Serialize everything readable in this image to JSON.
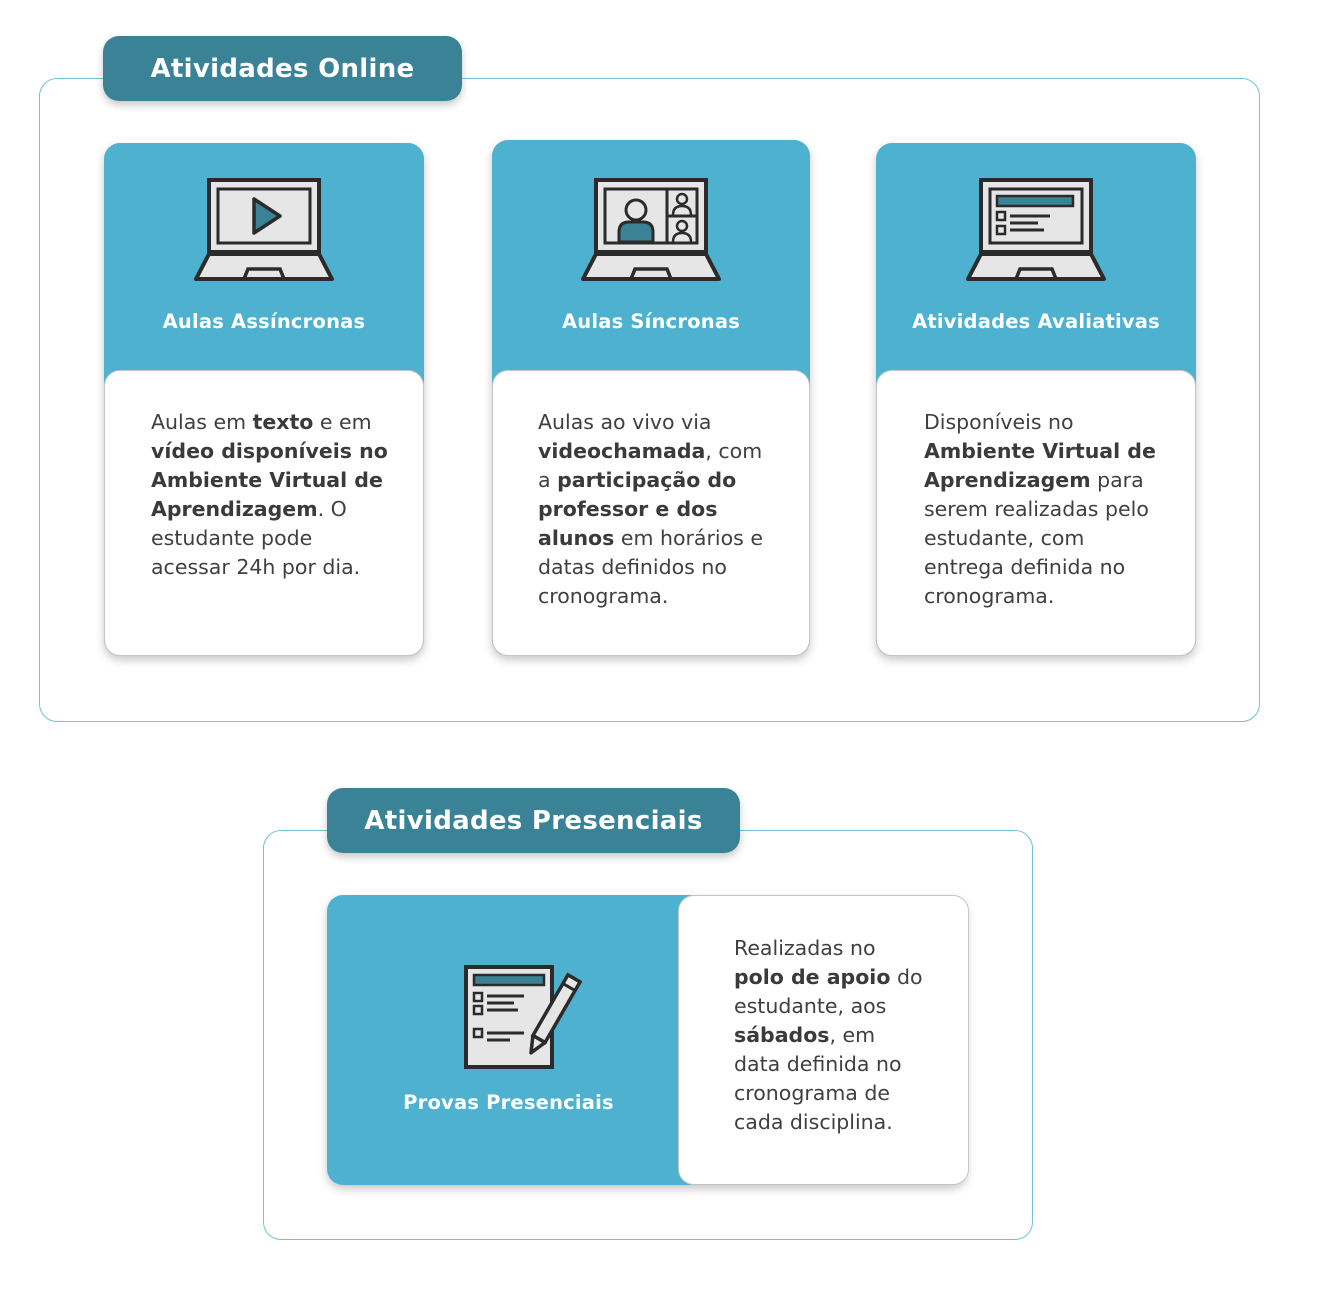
{
  "online": {
    "heading": "Atividades Online",
    "cards": [
      {
        "title": "Aulas Assíncronas",
        "icon": "video-laptop-icon",
        "lines": [
          [
            {
              "t": "Aulas em "
            },
            {
              "t": "texto",
              "b": true
            },
            {
              "t": " e em"
            }
          ],
          [
            {
              "t": "vídeo disponíveis no",
              "b": true
            }
          ],
          [
            {
              "t": "Ambiente Virtual de",
              "b": true
            }
          ],
          [
            {
              "t": "Aprendizagem",
              "b": true
            },
            {
              "t": ". O"
            }
          ],
          [
            {
              "t": "estudante pode"
            }
          ],
          [
            {
              "t": "acessar 24h por dia."
            }
          ]
        ]
      },
      {
        "title": "Aulas Síncronas",
        "icon": "video-call-laptop-icon",
        "lines": [
          [
            {
              "t": "Aulas ao vivo via"
            }
          ],
          [
            {
              "t": "videochamada",
              "b": true
            },
            {
              "t": ", com"
            }
          ],
          [
            {
              "t": "a "
            },
            {
              "t": "participação do",
              "b": true
            }
          ],
          [
            {
              "t": "professor e dos",
              "b": true
            }
          ],
          [
            {
              "t": "alunos",
              "b": true
            },
            {
              "t": " em horários e"
            }
          ],
          [
            {
              "t": "datas definidos no"
            }
          ],
          [
            {
              "t": "cronograma."
            }
          ]
        ]
      },
      {
        "title": "Atividades Avaliativas",
        "icon": "checklist-laptop-icon",
        "lines": [
          [
            {
              "t": "Disponíveis no"
            }
          ],
          [
            {
              "t": "Ambiente Virtual de",
              "b": true
            }
          ],
          [
            {
              "t": "Aprendizagem",
              "b": true
            },
            {
              "t": " para"
            }
          ],
          [
            {
              "t": "serem realizadas pelo"
            }
          ],
          [
            {
              "t": "estudante, com"
            }
          ],
          [
            {
              "t": "entrega definida no"
            }
          ],
          [
            {
              "t": "cronograma."
            }
          ]
        ]
      }
    ]
  },
  "presencial": {
    "heading": "Atividades Presenciais",
    "card": {
      "title": "Provas Presenciais",
      "icon": "exam-paper-pencil-icon",
      "lines": [
        [
          {
            "t": "Realizadas no"
          }
        ],
        [
          {
            "t": "polo de apoio",
            "b": true
          },
          {
            "t": " do"
          }
        ],
        [
          {
            "t": "estudante, aos"
          }
        ],
        [
          {
            "t": "sábados",
            "b": true
          },
          {
            "t": ", em"
          }
        ],
        [
          {
            "t": "data definida no"
          }
        ],
        [
          {
            "t": "cronograma de"
          }
        ],
        [
          {
            "t": "cada disciplina."
          }
        ]
      ]
    }
  },
  "colors": {
    "frame_border": "#6fc3da",
    "pill_bg": "#3a8396",
    "card_bg": "#4db1cf",
    "icon_screen": "#3a8396"
  }
}
